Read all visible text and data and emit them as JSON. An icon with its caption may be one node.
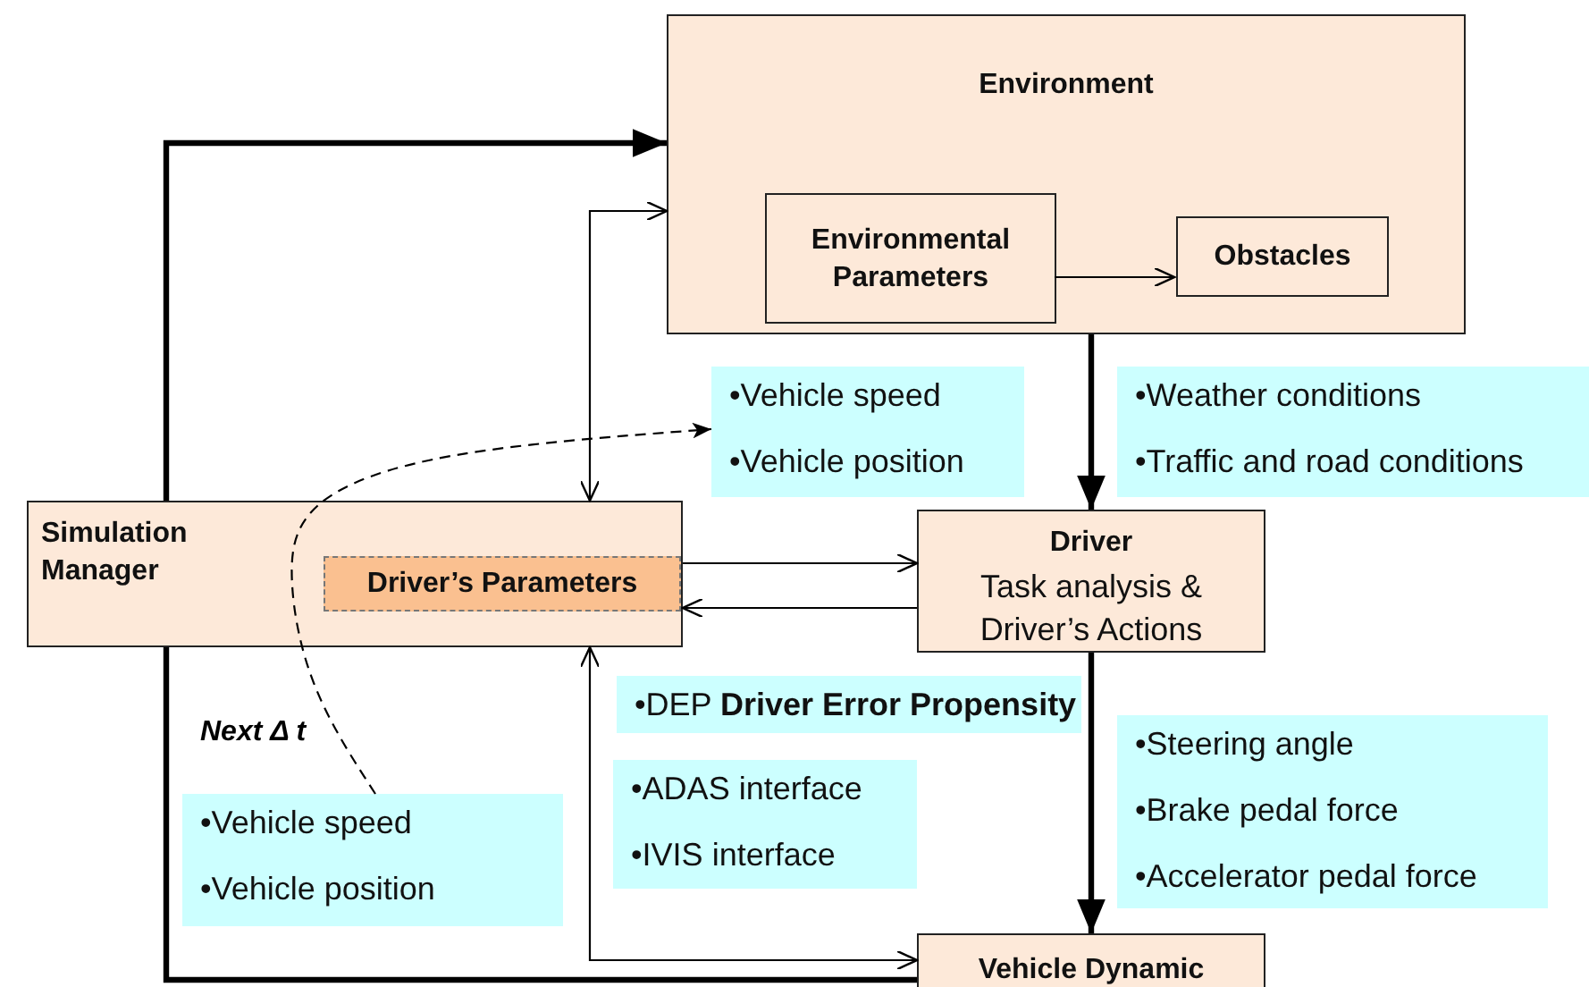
{
  "diagram": {
    "nodes": [
      {
        "text": [
          "Environment"
        ]
      },
      {
        "text": [
          "Environmental Parameters"
        ],
        "in": 0
      },
      {
        "text": [
          "Obstacles"
        ],
        "in": 0
      },
      {
        "text": [
          "Simulation Manager"
        ]
      },
      {
        "text": [
          "Driver’s Parameters"
        ],
        "in": 3
      },
      {
        "text": [
          "Driver",
          "Task analysis & Driver’s Actions"
        ]
      },
      {
        "text": [
          "Vehicle Dynamic"
        ]
      },
      {
        "text": [
          "•Vehicle speed",
          "•Vehicle position"
        ]
      },
      {
        "text": [
          "•Weather conditions",
          "•Traffic and road conditions"
        ]
      },
      {
        "text": [
          "•DEP **Driver Error Propensity**"
        ]
      },
      {
        "text": [
          "•ADAS interface",
          "•IVIS interface"
        ]
      },
      {
        "text": [
          "•Steering angle",
          "•Brake pedal force",
          "•Accelerator pedal force"
        ]
      },
      {
        "text": [
          "•Vehicle speed",
          "•Vehicle position"
        ]
      }
    ],
    "edges": [
      {
        "from": 3,
        "to": 0,
        "arrow": "to",
        "style": "thick"
      },
      {
        "from": 3,
        "to": 0,
        "arrow": "both"
      },
      {
        "from": 1,
        "to": 2,
        "arrow": "to"
      },
      {
        "from": 0,
        "to": 5,
        "arrow": "to",
        "style": "thick"
      },
      {
        "from": 3,
        "to": 5,
        "arrow": "to"
      },
      {
        "from": 5,
        "to": 3,
        "arrow": "to"
      },
      {
        "from": 5,
        "to": 6,
        "arrow": "to",
        "style": "thick"
      },
      {
        "from": 6,
        "to": 3,
        "arrow": "both"
      },
      {
        "from": 6,
        "to": 3,
        "arrow": "none",
        "style": "thick"
      },
      {
        "from": 12,
        "to": 7,
        "arrow": "to",
        "style": "dashed"
      }
    ],
    "labels": [
      "Next Δ t"
    ]
  }
}
